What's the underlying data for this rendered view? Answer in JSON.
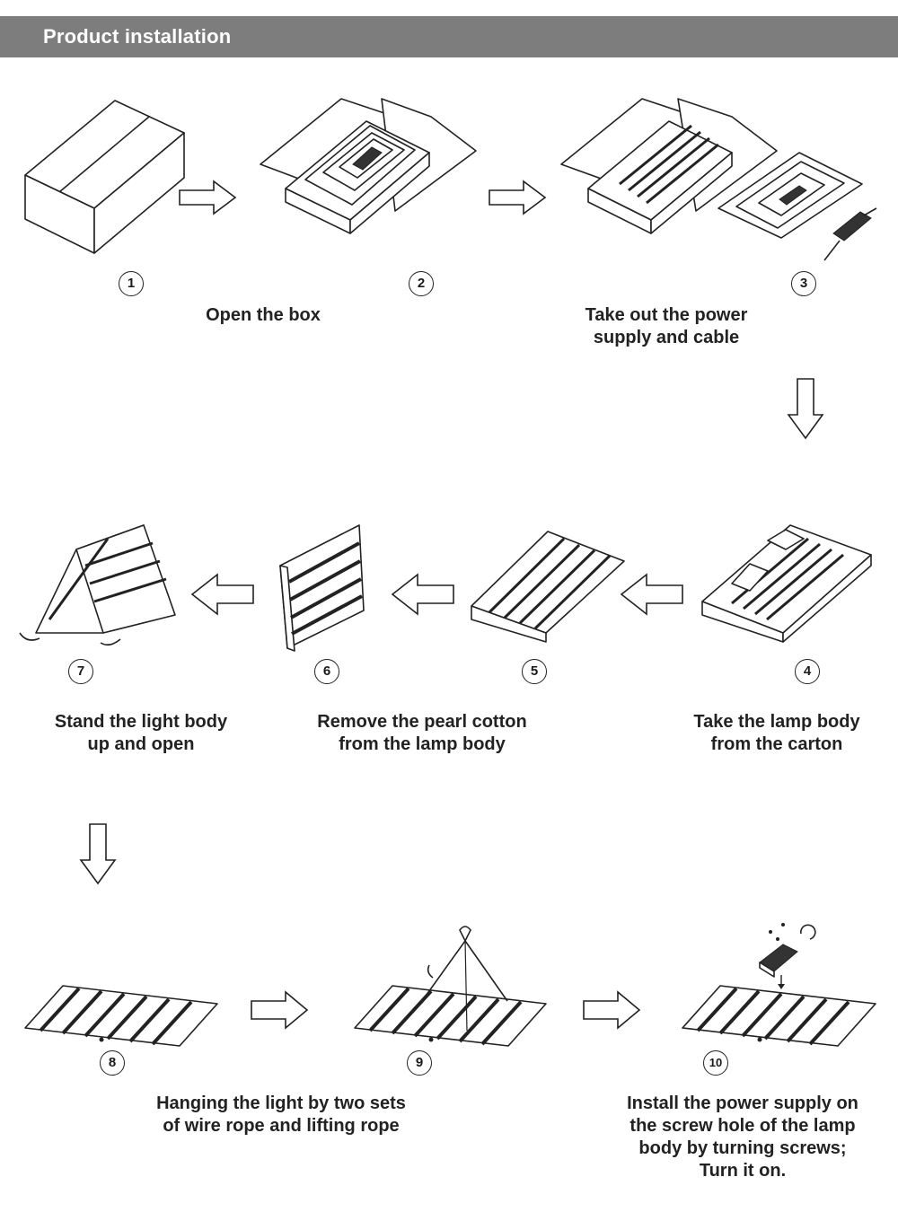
{
  "header": {
    "title": "Product installation",
    "bar_color": "#7d7d7d"
  },
  "steps": [
    {
      "number": "1"
    },
    {
      "number": "2"
    },
    {
      "number": "3"
    },
    {
      "number": "4"
    },
    {
      "number": "5"
    },
    {
      "number": "6"
    },
    {
      "number": "7"
    },
    {
      "number": "8"
    },
    {
      "number": "9"
    },
    {
      "number": "10"
    }
  ],
  "captions": {
    "open_box": "Open the box",
    "take_out_power_line1": "Take out the power",
    "take_out_power_line2": "supply and cable",
    "take_lamp_line1": "Take the lamp body",
    "take_lamp_line2": "from the carton",
    "remove_cotton_line1": "Remove the pearl cotton",
    "remove_cotton_line2": "from the lamp body",
    "stand_line1": "Stand the light body",
    "stand_line2": "up and open",
    "hanging_line1": "Hanging the light by two sets",
    "hanging_line2": "of wire rope and lifting rope",
    "install_line1": "Install the power supply on",
    "install_line2": "the screw hole of the lamp",
    "install_line3": "body by turning screws;",
    "install_line4": "Turn it on."
  }
}
